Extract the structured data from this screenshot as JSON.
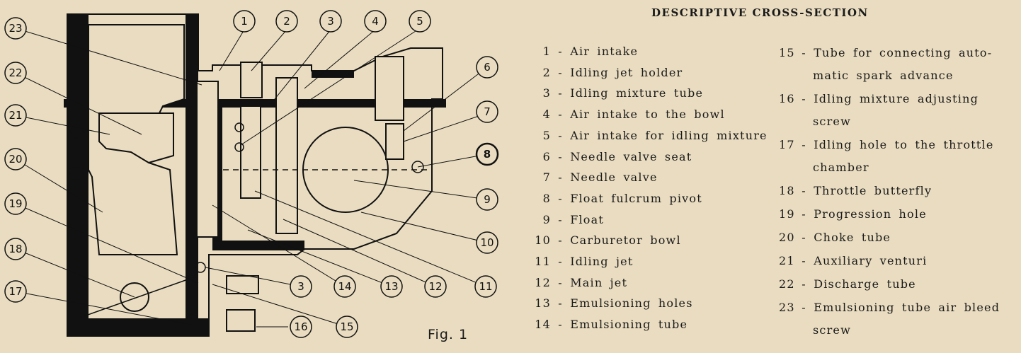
{
  "title": "DESCRIPTIVE CROSS-SECTION",
  "figure_label": "Fig. 1",
  "legend_left": [
    {
      "num": "1",
      "text": "Air intake"
    },
    {
      "num": "2",
      "text": "Idling jet holder"
    },
    {
      "num": "3",
      "text": "Idling mixture tube"
    },
    {
      "num": "4",
      "text": "Air intake to the bowl"
    },
    {
      "num": "5",
      "text": "Air intake for idling mixture"
    },
    {
      "num": "6",
      "text": "Needle valve seat"
    },
    {
      "num": "7",
      "text": "Needle valve"
    },
    {
      "num": "8",
      "text": "Float fulcrum pivot"
    },
    {
      "num": "9",
      "text": "Float"
    },
    {
      "num": "10",
      "text": "Carburetor bowl"
    },
    {
      "num": "11",
      "text": "Idling jet"
    },
    {
      "num": "12",
      "text": "Main jet"
    },
    {
      "num": "13",
      "text": "Emulsioning holes"
    },
    {
      "num": "14",
      "text": "Emulsioning tube"
    }
  ],
  "legend_right": [
    {
      "num": "15",
      "text": "Tube for connecting auto-",
      "cont": "matic spark advance"
    },
    {
      "num": "16",
      "text": "Idling mixture adjusting",
      "cont": "screw"
    },
    {
      "num": "17",
      "text": "Idling hole to the throttle",
      "cont": "chamber"
    },
    {
      "num": "18",
      "text": "Throttle butterfly"
    },
    {
      "num": "19",
      "text": "Progression hole"
    },
    {
      "num": "20",
      "text": "Choke tube"
    },
    {
      "num": "21",
      "text": "Auxiliary venturi"
    },
    {
      "num": "22",
      "text": "Discharge tube"
    },
    {
      "num": "23",
      "text": "Emulsioning tube air bleed",
      "cont": "screw"
    }
  ],
  "callouts": [
    "1",
    "2",
    "3",
    "4",
    "5",
    "6",
    "7",
    "8",
    "9",
    "10",
    "11",
    "12",
    "13",
    "14",
    "15",
    "16",
    "17",
    "18",
    "19",
    "20",
    "21",
    "22",
    "23",
    "3"
  ]
}
